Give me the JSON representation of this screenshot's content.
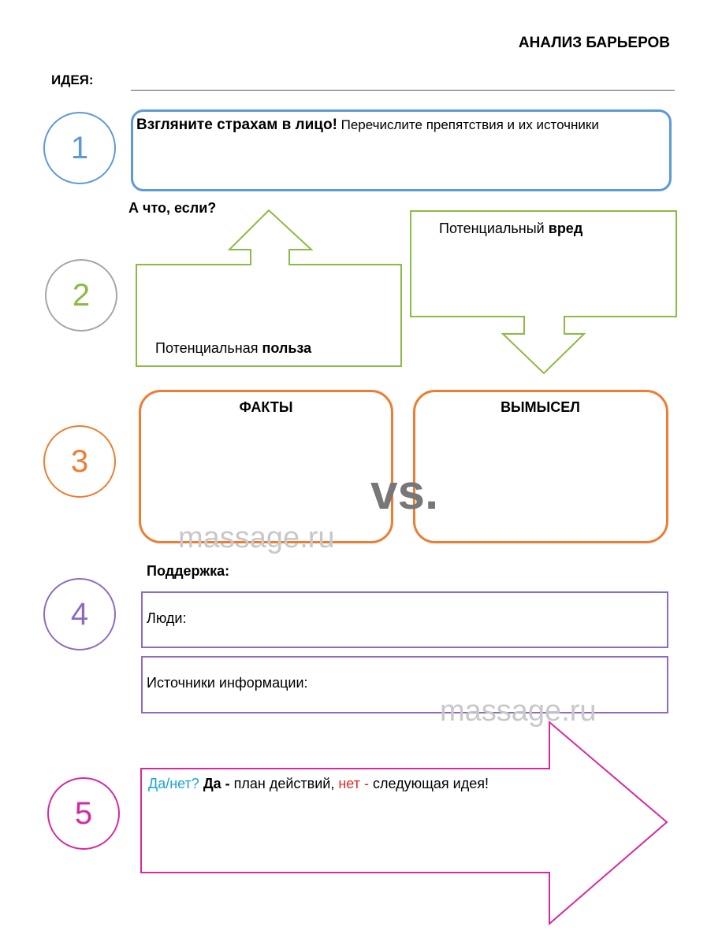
{
  "header": {
    "title": "АНАЛИЗ БАРЬЕРОВ",
    "idea_label": "ИДЕЯ:"
  },
  "steps": [
    "1",
    "2",
    "3",
    "4",
    "5"
  ],
  "step1": {
    "heading": "Взгляните страхам в лицо!",
    "instruction": " Перечислите препятствия и их источники"
  },
  "step2": {
    "what_if": "А что, если?",
    "benefit_prefix": "Потенциальная ",
    "benefit_bold": "польза",
    "harm_prefix": "Потенциальный ",
    "harm_bold": "вред"
  },
  "step3": {
    "facts": "ФАКТЫ",
    "fiction": "ВЫМЫСЕЛ",
    "vs": "vs."
  },
  "step4": {
    "heading": "Поддержка:",
    "people": "Люди:",
    "sources": "Источники информации:"
  },
  "step5": {
    "yes_no": "Да/нет?",
    "yes": " Да - ",
    "plan": "план действий, ",
    "no": "нет - ",
    "next": "следующая идея!"
  },
  "watermark": "massage.ru",
  "colors": {
    "step1": "#5b9bd5",
    "step2": "#8cbb44",
    "step3": "#ed7d31",
    "step4": "#8e6bbf",
    "step5": "#d6299f"
  }
}
